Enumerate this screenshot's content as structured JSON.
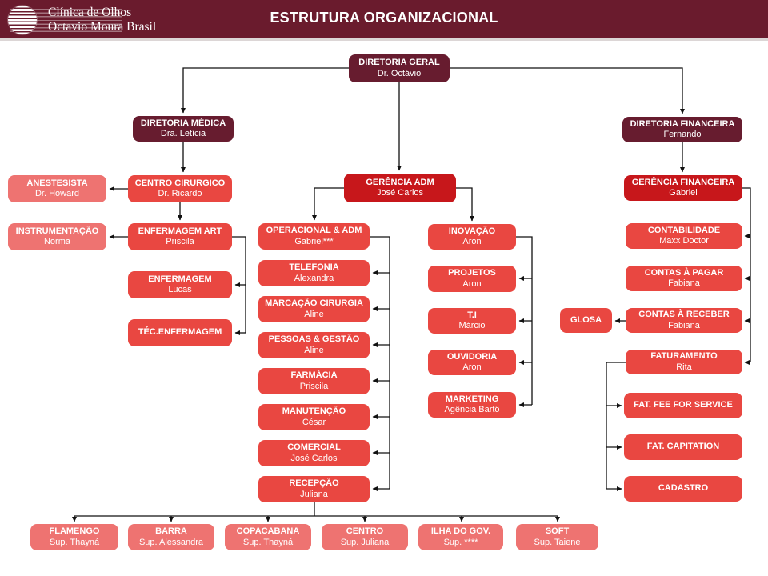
{
  "header": {
    "logo_line1": "Clínica de Olhos",
    "logo_line2": "Octavio Moura Brasil",
    "title": "ESTRUTURA ORGANIZACIONAL"
  },
  "colors": {
    "maroon_header": "#6a1b2d",
    "maroon_box": "#671c2f",
    "bright_red_box": "#c7171b",
    "red_box": "#e94741",
    "salmon_box": "#ee7371",
    "connector": "#111111"
  },
  "nodes": {
    "diretoria_geral": {
      "title": "DIRETORIA GERAL",
      "subtitle": "Dr. Octávio"
    },
    "diretoria_medica": {
      "title": "DIRETORIA MÉDICA",
      "subtitle": "Dra. Letícia"
    },
    "diretoria_financeira": {
      "title": "DIRETORIA FINANCEIRA",
      "subtitle": "Fernando"
    },
    "centro_cirurgico": {
      "title": "CENTRO CIRURGICO",
      "subtitle": "Dr. Ricardo"
    },
    "anestesista": {
      "title": "ANESTESISTA",
      "subtitle": "Dr. Howard"
    },
    "enfermagem_art": {
      "title": "ENFERMAGEM ART",
      "subtitle": "Priscila"
    },
    "instrumentacao": {
      "title": "INSTRUMENTAÇÃO",
      "subtitle": "Norma"
    },
    "enfermagem": {
      "title": "ENFERMAGEM",
      "subtitle": "Lucas"
    },
    "tec_enfermagem": {
      "title": "TÉC.ENFERMAGEM"
    },
    "gerencia_adm": {
      "title": "GERÊNCIA ADM",
      "subtitle": "José Carlos"
    },
    "operacional_adm": {
      "title": "OPERACIONAL & ADM",
      "subtitle": "Gabriel***"
    },
    "telefonia": {
      "title": "TELEFONIA",
      "subtitle": "Alexandra"
    },
    "marcacao_cirurgia": {
      "title": "MARCAÇÃO CIRURGIA",
      "subtitle": "Aline"
    },
    "pessoas_gestao": {
      "title": "PESSOAS & GESTÃO",
      "subtitle": "Aline"
    },
    "farmacia": {
      "title": "FARMÁCIA",
      "subtitle": "Priscila"
    },
    "manutencao": {
      "title": "MANUTENÇÃO",
      "subtitle": "César"
    },
    "comercial": {
      "title": "COMERCIAL",
      "subtitle": "José Carlos"
    },
    "recepcao": {
      "title": "RECEPÇÃO",
      "subtitle": "Juliana"
    },
    "inovacao": {
      "title": "INOVAÇÃO",
      "subtitle": "Aron"
    },
    "projetos": {
      "title": "PROJETOS",
      "subtitle": "Aron"
    },
    "ti": {
      "title": "T.I",
      "subtitle": "Márcio"
    },
    "ouvidoria": {
      "title": "OUVIDORIA",
      "subtitle": "Aron"
    },
    "marketing": {
      "title": "MARKETING",
      "subtitle": "Agência Bartô"
    },
    "gerencia_financeira": {
      "title": "GERÊNCIA FINANCEIRA",
      "subtitle": "Gabriel"
    },
    "contabilidade": {
      "title": "CONTABILIDADE",
      "subtitle": "Maxx Doctor"
    },
    "contas_a_pagar": {
      "title": "CONTAS À PAGAR",
      "subtitle": "Fabiana"
    },
    "contas_a_receber": {
      "title": "CONTAS À RECEBER",
      "subtitle": "Fabiana"
    },
    "glosa": {
      "title": "GLOSA"
    },
    "faturamento": {
      "title": "FATURAMENTO",
      "subtitle": "Rita"
    },
    "fat_fee_for_service": {
      "title": "FAT. FEE FOR SERVICE"
    },
    "fat_capitation": {
      "title": "FAT. CAPITATION"
    },
    "cadastro": {
      "title": "CADASTRO"
    },
    "flamengo": {
      "title": "FLAMENGO",
      "subtitle": "Sup. Thayná"
    },
    "barra": {
      "title": "BARRA",
      "subtitle": "Sup. Alessandra"
    },
    "copacabana": {
      "title": "COPACABANA",
      "subtitle": "Sup. Thayná"
    },
    "centro": {
      "title": "CENTRO",
      "subtitle": "Sup. Juliana"
    },
    "ilha_do_gov": {
      "title": "ILHA DO GOV.",
      "subtitle": "Sup. ****"
    },
    "soft": {
      "title": "SOFT",
      "subtitle": "Sup. Taiene"
    }
  }
}
